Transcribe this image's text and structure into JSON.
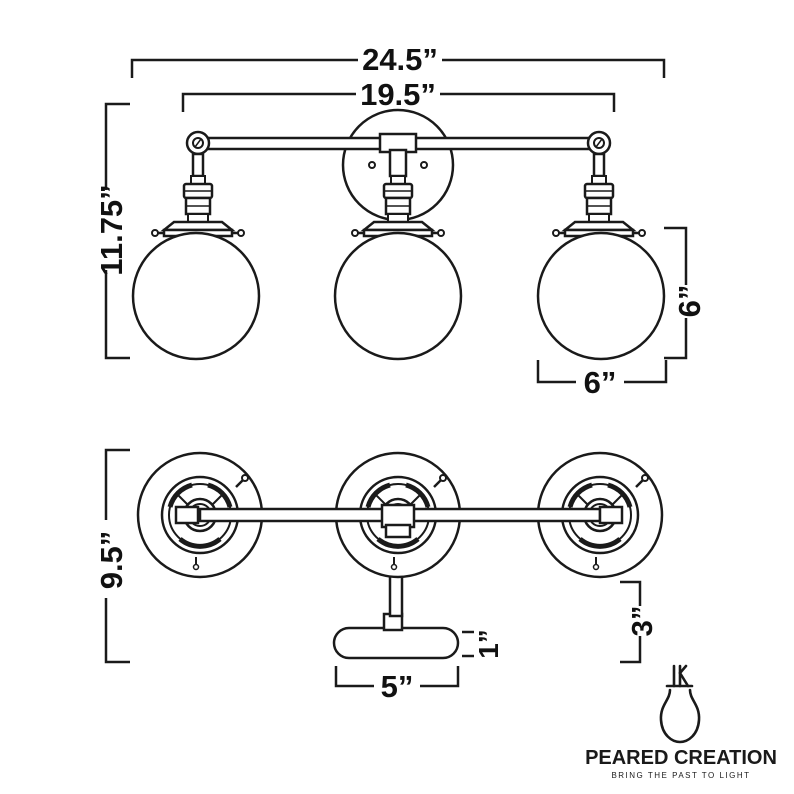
{
  "dimensions": {
    "overall_width": "24.5”",
    "arm_width": "19.5”",
    "overall_height": "11.75”",
    "globe_height": "6”",
    "globe_width": "6”",
    "overall_depth": "9.5”",
    "plate_depth": "3”",
    "plate_thickness": "1”",
    "plate_diameter": "5”"
  },
  "brand": {
    "name": "PEARED CREATION",
    "tagline": "BRING THE PAST TO LIGHT"
  },
  "colors": {
    "line": "#1a1a1a",
    "fill": "#ffffff"
  },
  "icons": [
    "light-bulb-logo-icon"
  ]
}
